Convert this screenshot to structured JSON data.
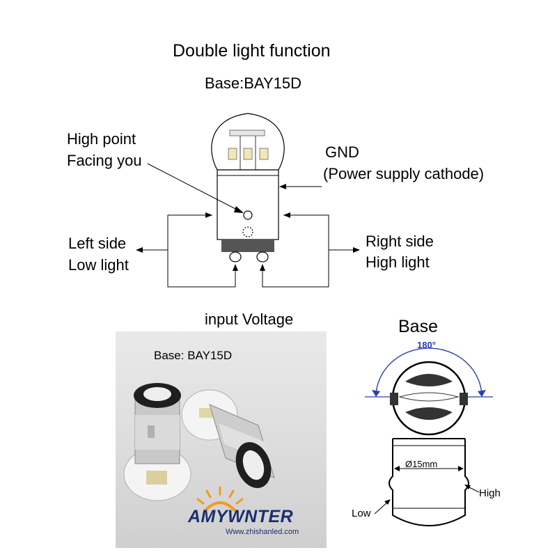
{
  "title": "Double light function",
  "base_label": "Base:BAY15D",
  "high_point": {
    "line1": "High point",
    "line2": "Facing you"
  },
  "gnd": {
    "line1": "GND",
    "line2": "(Power supply cathode)"
  },
  "left_side": {
    "line1": "Left side",
    "line2": "Low light"
  },
  "right_side": {
    "line1": "Right side",
    "line2": "High light"
  },
  "input_voltage": "input Voltage",
  "photo": {
    "base_label": "Base: BAY15D",
    "brand": "AMYWNTER",
    "website": "Www.zhishanled.com"
  },
  "base_diagram": {
    "title": "Base",
    "angle": "180°",
    "diameter": "Ø15mm",
    "low": "Low",
    "high": "High"
  },
  "colors": {
    "line": "#000000",
    "angle_blue": "#2a3db0",
    "brand_orange": "#f39a1e",
    "brand_navy": "#1b2f6e"
  }
}
